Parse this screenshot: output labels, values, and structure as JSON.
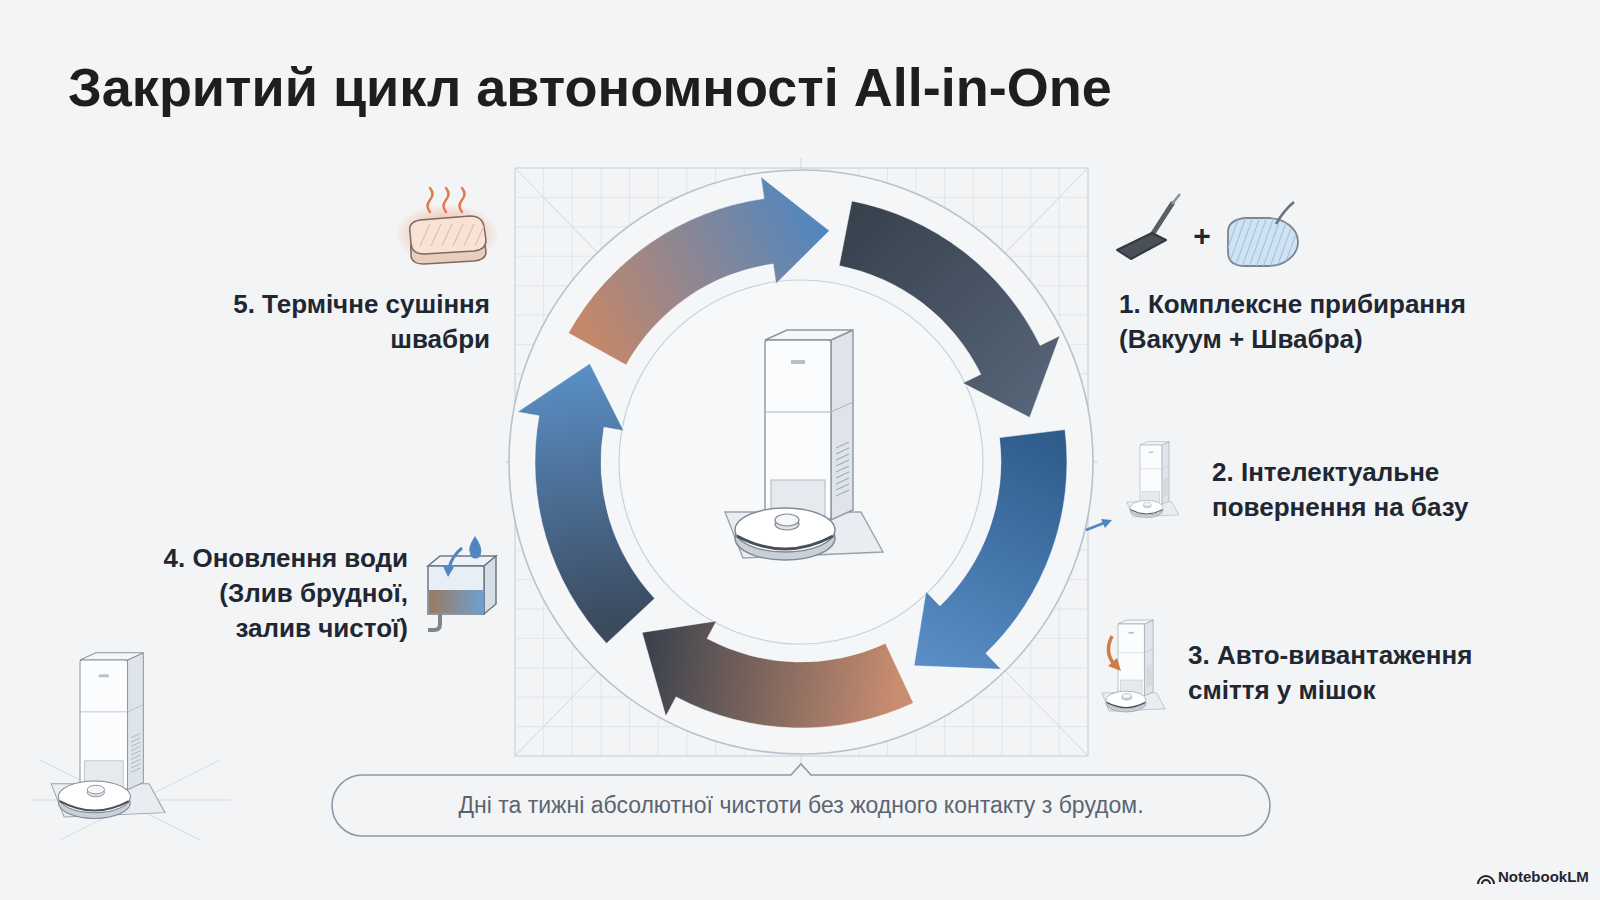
{
  "diagram": {
    "title": "Закритий цикл автономності All-in-One",
    "caption": "Дні та тижні абсолютної чистоти без жодного контакту з брудом.",
    "labels": [
      "5. Термічне сушіння швабри",
      "+",
      "1. Комплексне прибирання (Вакуум + Швабра)",
      "2. Інтелектуальне повернення на базу",
      "4. Оновлення води (Злив брудної, залив чистої)",
      "3. Авто-вивантаження сміття у мішок",
      "NotebookLM"
    ]
  }
}
